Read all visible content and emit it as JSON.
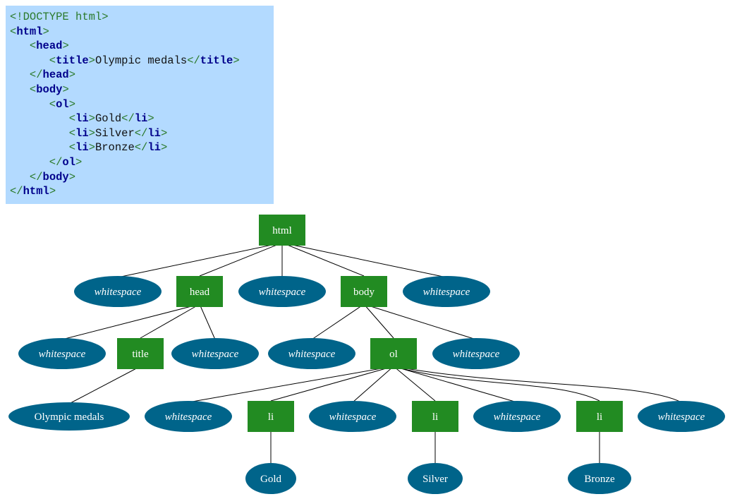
{
  "code": {
    "lines": [
      [
        {
          "t": "doctype",
          "v": "<!DOCTYPE html>"
        }
      ],
      [
        {
          "t": "br",
          "v": "<"
        },
        {
          "t": "tag",
          "v": "html"
        },
        {
          "t": "br",
          "v": ">"
        }
      ],
      [
        {
          "t": "br",
          "v": "   <"
        },
        {
          "t": "tag",
          "v": "head"
        },
        {
          "t": "br",
          "v": ">"
        }
      ],
      [
        {
          "t": "br",
          "v": "      <"
        },
        {
          "t": "tag",
          "v": "title"
        },
        {
          "t": "br",
          "v": ">"
        },
        {
          "t": "txt",
          "v": "Olympic medals"
        },
        {
          "t": "br",
          "v": "</"
        },
        {
          "t": "tag",
          "v": "title"
        },
        {
          "t": "br",
          "v": ">"
        }
      ],
      [
        {
          "t": "br",
          "v": "   </"
        },
        {
          "t": "tag",
          "v": "head"
        },
        {
          "t": "br",
          "v": ">"
        }
      ],
      [
        {
          "t": "br",
          "v": "   <"
        },
        {
          "t": "tag",
          "v": "body"
        },
        {
          "t": "br",
          "v": ">"
        }
      ],
      [
        {
          "t": "br",
          "v": "      <"
        },
        {
          "t": "tag",
          "v": "ol"
        },
        {
          "t": "br",
          "v": ">"
        }
      ],
      [
        {
          "t": "br",
          "v": "         <"
        },
        {
          "t": "tag",
          "v": "li"
        },
        {
          "t": "br",
          "v": ">"
        },
        {
          "t": "txt",
          "v": "Gold"
        },
        {
          "t": "br",
          "v": "</"
        },
        {
          "t": "tag",
          "v": "li"
        },
        {
          "t": "br",
          "v": ">"
        }
      ],
      [
        {
          "t": "br",
          "v": "         <"
        },
        {
          "t": "tag",
          "v": "li"
        },
        {
          "t": "br",
          "v": ">"
        },
        {
          "t": "txt",
          "v": "Silver"
        },
        {
          "t": "br",
          "v": "</"
        },
        {
          "t": "tag",
          "v": "li"
        },
        {
          "t": "br",
          "v": ">"
        }
      ],
      [
        {
          "t": "br",
          "v": "         <"
        },
        {
          "t": "tag",
          "v": "li"
        },
        {
          "t": "br",
          "v": ">"
        },
        {
          "t": "txt",
          "v": "Bronze"
        },
        {
          "t": "br",
          "v": "</"
        },
        {
          "t": "tag",
          "v": "li"
        },
        {
          "t": "br",
          "v": ">"
        }
      ],
      [
        {
          "t": "br",
          "v": "      </"
        },
        {
          "t": "tag",
          "v": "ol"
        },
        {
          "t": "br",
          "v": ">"
        }
      ],
      [
        {
          "t": "br",
          "v": "   </"
        },
        {
          "t": "tag",
          "v": "body"
        },
        {
          "t": "br",
          "v": ">"
        }
      ],
      [
        {
          "t": "br",
          "v": "</"
        },
        {
          "t": "tag",
          "v": "html"
        },
        {
          "t": "br",
          "v": ">"
        }
      ]
    ]
  },
  "colors": {
    "code_background": "#b3daff",
    "element_node": "#228b22",
    "text_node": "#00648a",
    "edge": "#000000"
  },
  "tree": {
    "nodes": [
      {
        "id": "html",
        "label": "html",
        "kind": "element"
      },
      {
        "id": "ws1",
        "label": "whitespace",
        "kind": "whitespace"
      },
      {
        "id": "head",
        "label": "head",
        "kind": "element"
      },
      {
        "id": "ws2",
        "label": "whitespace",
        "kind": "whitespace"
      },
      {
        "id": "body",
        "label": "body",
        "kind": "element"
      },
      {
        "id": "ws3",
        "label": "whitespace",
        "kind": "whitespace"
      },
      {
        "id": "ws4",
        "label": "whitespace",
        "kind": "whitespace"
      },
      {
        "id": "title",
        "label": "title",
        "kind": "element"
      },
      {
        "id": "ws5",
        "label": "whitespace",
        "kind": "whitespace"
      },
      {
        "id": "ws6",
        "label": "whitespace",
        "kind": "whitespace"
      },
      {
        "id": "ol",
        "label": "ol",
        "kind": "element"
      },
      {
        "id": "ws7",
        "label": "whitespace",
        "kind": "whitespace"
      },
      {
        "id": "olympic",
        "label": "Olympic medals",
        "kind": "text"
      },
      {
        "id": "ws8",
        "label": "whitespace",
        "kind": "whitespace"
      },
      {
        "id": "li1",
        "label": "li",
        "kind": "element"
      },
      {
        "id": "ws9",
        "label": "whitespace",
        "kind": "whitespace"
      },
      {
        "id": "li2",
        "label": "li",
        "kind": "element"
      },
      {
        "id": "ws10",
        "label": "whitespace",
        "kind": "whitespace"
      },
      {
        "id": "li3",
        "label": "li",
        "kind": "element"
      },
      {
        "id": "ws11",
        "label": "whitespace",
        "kind": "whitespace"
      },
      {
        "id": "gold",
        "label": "Gold",
        "kind": "text"
      },
      {
        "id": "silver",
        "label": "Silver",
        "kind": "text"
      },
      {
        "id": "bronze",
        "label": "Bronze",
        "kind": "text"
      }
    ],
    "edges": [
      [
        "html",
        "ws1"
      ],
      [
        "html",
        "head"
      ],
      [
        "html",
        "ws2"
      ],
      [
        "html",
        "body"
      ],
      [
        "html",
        "ws3"
      ],
      [
        "head",
        "ws4"
      ],
      [
        "head",
        "title"
      ],
      [
        "head",
        "ws5"
      ],
      [
        "body",
        "ws6"
      ],
      [
        "body",
        "ol"
      ],
      [
        "body",
        "ws7"
      ],
      [
        "title",
        "olympic"
      ],
      [
        "ol",
        "ws8"
      ],
      [
        "ol",
        "li1"
      ],
      [
        "ol",
        "ws9"
      ],
      [
        "ol",
        "li2"
      ],
      [
        "ol",
        "ws10"
      ],
      [
        "ol",
        "li3"
      ],
      [
        "ol",
        "ws11"
      ],
      [
        "li1",
        "gold"
      ],
      [
        "li2",
        "silver"
      ],
      [
        "li3",
        "bronze"
      ]
    ]
  }
}
